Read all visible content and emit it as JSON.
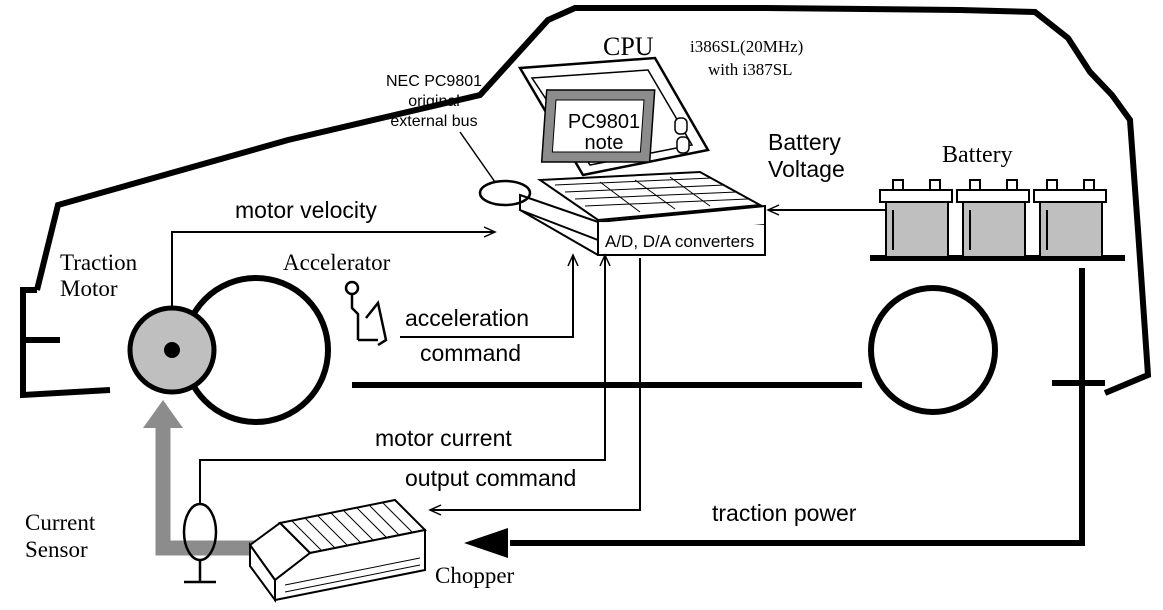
{
  "labels": {
    "cpu": "CPU",
    "cpu_spec_line1": "i386SL(20MHz)",
    "cpu_spec_line2": "with i387SL",
    "nec_line1": "NEC PC9801",
    "nec_line2": "original",
    "nec_line3": "external bus",
    "screen_line1": "PC9801",
    "screen_line2": "note",
    "converters": "A/D, D/A converters",
    "battery_voltage_line1": "Battery",
    "battery_voltage_line2": "Voltage",
    "battery": "Battery",
    "motor_velocity": "motor velocity",
    "traction_motor_line1": "Traction",
    "traction_motor_line2": "Motor",
    "accelerator": "Accelerator",
    "acceleration_command_line1": "acceleration",
    "acceleration_command_line2": "command",
    "motor_current": "motor current",
    "output_command": "output command",
    "traction_power": "traction power",
    "current_sensor_line1": "Current",
    "current_sensor_line2": "Sensor",
    "chopper": "Chopper"
  },
  "colors": {
    "stroke": "#000000",
    "gray_fill": "#bfbfbf",
    "gray_arrow": "#8c8c8c",
    "background": "#ffffff"
  }
}
